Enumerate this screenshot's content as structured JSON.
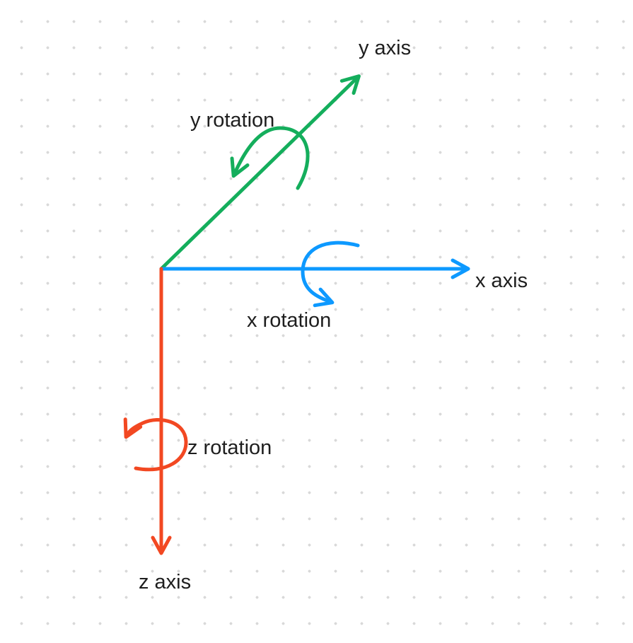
{
  "canvas": {
    "background": "#ffffff",
    "dot_color": "#d9d9d9",
    "text_color": "#1e1e1e"
  },
  "diagram": {
    "type": "3d-axes-rotation-diagram"
  },
  "axes": {
    "x": {
      "label": "x axis",
      "rotation_label": "x rotation",
      "color": "#0D99FF",
      "direction": "right"
    },
    "y": {
      "label": "y axis",
      "rotation_label": "y rotation",
      "color": "#14AE5C",
      "direction": "up-right"
    },
    "z": {
      "label": "z axis",
      "rotation_label": "z rotation",
      "color": "#F24822",
      "direction": "down"
    }
  }
}
